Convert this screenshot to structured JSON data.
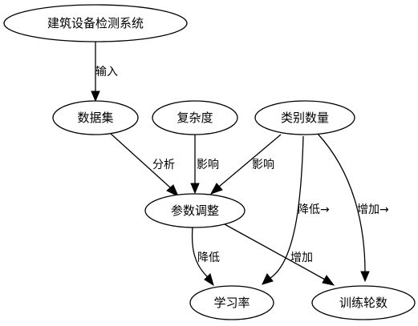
{
  "diagram": {
    "nodes": [
      {
        "id": "system",
        "label": "建筑设备检测系统"
      },
      {
        "id": "dataset",
        "label": "数据集"
      },
      {
        "id": "complexity",
        "label": "复杂度"
      },
      {
        "id": "num_classes",
        "label": "类别数量"
      },
      {
        "id": "param_tuning",
        "label": "参数调整"
      },
      {
        "id": "learning_rate",
        "label": "学习率"
      },
      {
        "id": "epochs",
        "label": "训练轮数"
      }
    ],
    "edges": [
      {
        "from": "system",
        "to": "dataset",
        "label": "输入"
      },
      {
        "from": "dataset",
        "to": "param_tuning",
        "label": "分析"
      },
      {
        "from": "complexity",
        "to": "param_tuning",
        "label": "影响"
      },
      {
        "from": "num_classes",
        "to": "param_tuning",
        "label": "影响"
      },
      {
        "from": "num_classes",
        "to": "learning_rate",
        "label": "降低→"
      },
      {
        "from": "num_classes",
        "to": "epochs",
        "label": "增加→"
      },
      {
        "from": "param_tuning",
        "to": "learning_rate",
        "label": "降低"
      },
      {
        "from": "param_tuning",
        "to": "epochs",
        "label": "增加"
      }
    ]
  }
}
